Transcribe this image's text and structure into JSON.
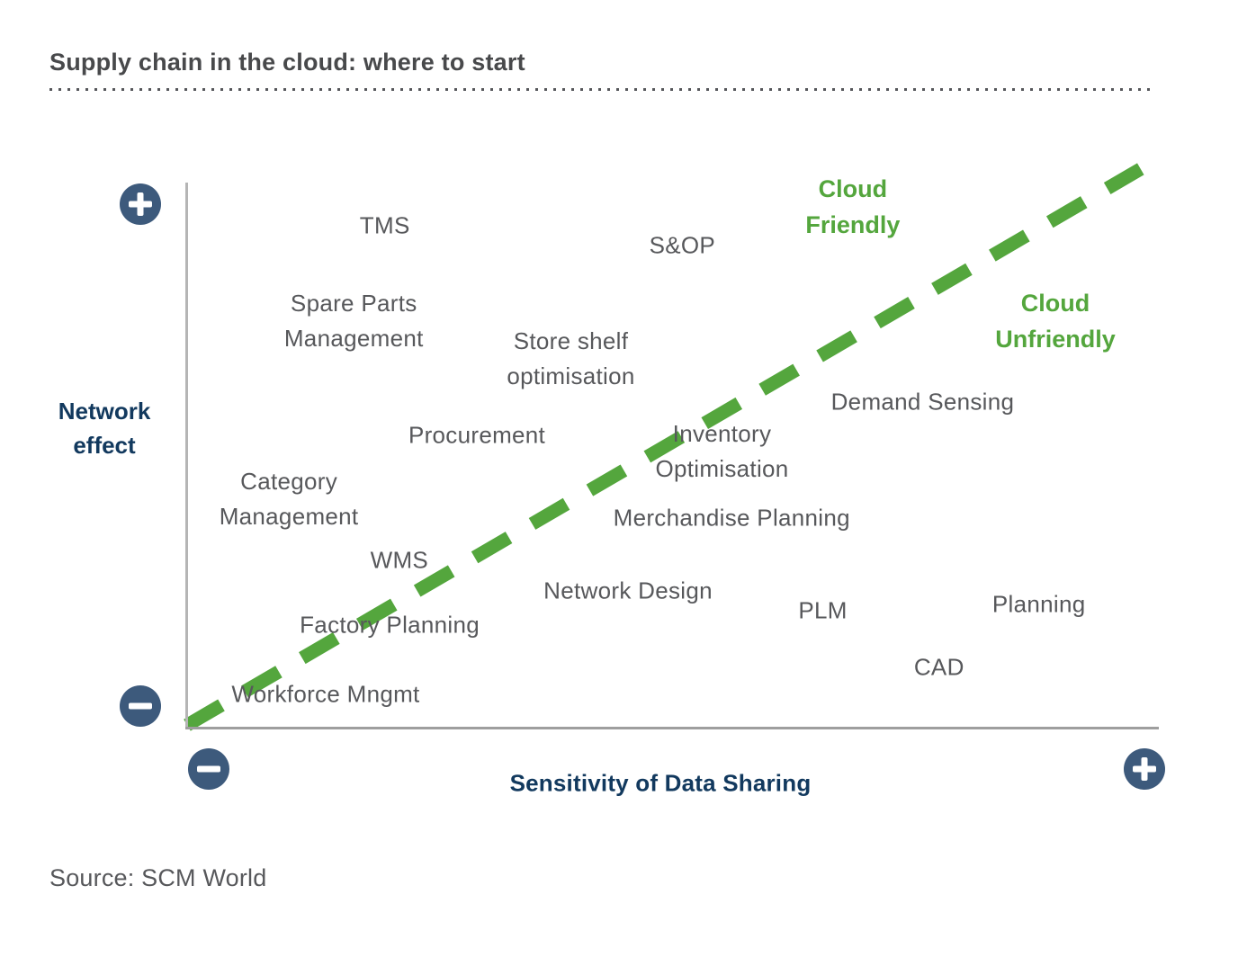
{
  "title": "Supply chain in the cloud: where to start",
  "source": "Source: SCM World",
  "colors": {
    "green": "#54a63d",
    "navy": "#12395e",
    "icon_navy": "#3d5a7c",
    "label_gray": "#57585b",
    "title_gray": "#48494b"
  },
  "axes": {
    "y_label": "Network\neffect",
    "x_label": "Sensitivity of Data Sharing"
  },
  "icons": {
    "y_top": "plus",
    "y_bottom": "minus",
    "x_left": "minus",
    "x_right": "plus"
  },
  "chart_data": {
    "type": "scatter",
    "title": "Supply chain in the cloud: where to start",
    "xlabel": "Sensitivity of Data Sharing",
    "ylabel": "Network effect",
    "axis_endpoints": {
      "x": [
        "−",
        "+"
      ],
      "y": [
        "−",
        "+"
      ]
    },
    "grid": false,
    "xlim": [
      0,
      100
    ],
    "ylim": [
      0,
      100
    ],
    "points": [
      {
        "label": "TMS",
        "x": 20.4,
        "y": 92.0
      },
      {
        "label": "S&OP",
        "x": 51.1,
        "y": 88.4
      },
      {
        "label": "Spare Parts\nManagement",
        "x": 17.2,
        "y": 74.5
      },
      {
        "label": "Store shelf\noptimisation",
        "x": 39.6,
        "y": 67.6
      },
      {
        "label": "Demand Sensing",
        "x": 75.9,
        "y": 59.7
      },
      {
        "label": "Procurement",
        "x": 29.9,
        "y": 53.6
      },
      {
        "label": "Inventory\nOptimisation",
        "x": 55.2,
        "y": 50.6
      },
      {
        "label": "Category\nManagement",
        "x": 10.5,
        "y": 41.8
      },
      {
        "label": "Merchandise Planning",
        "x": 56.2,
        "y": 38.3
      },
      {
        "label": "WMS",
        "x": 21.9,
        "y": 30.6
      },
      {
        "label": "Network Design",
        "x": 45.5,
        "y": 25.0
      },
      {
        "label": "Planning",
        "x": 87.9,
        "y": 22.5
      },
      {
        "label": "PLM",
        "x": 65.6,
        "y": 21.3
      },
      {
        "label": "Factory Planning",
        "x": 20.9,
        "y": 18.7
      },
      {
        "label": "CAD",
        "x": 77.6,
        "y": 10.9
      },
      {
        "label": "Workforce Mngmt",
        "x": 14.3,
        "y": 6.0
      }
    ],
    "zones": [
      {
        "label": "Cloud\nFriendly",
        "x": 68.7,
        "y": 95.5
      },
      {
        "label": "Cloud\nUnfriendly",
        "x": 89.6,
        "y": 74.6
      }
    ],
    "divider_line": {
      "x1": 0,
      "y1": 0.3,
      "x2": 98.4,
      "y2": 102.5,
      "style": "dashed",
      "color": "#54a63d"
    }
  }
}
